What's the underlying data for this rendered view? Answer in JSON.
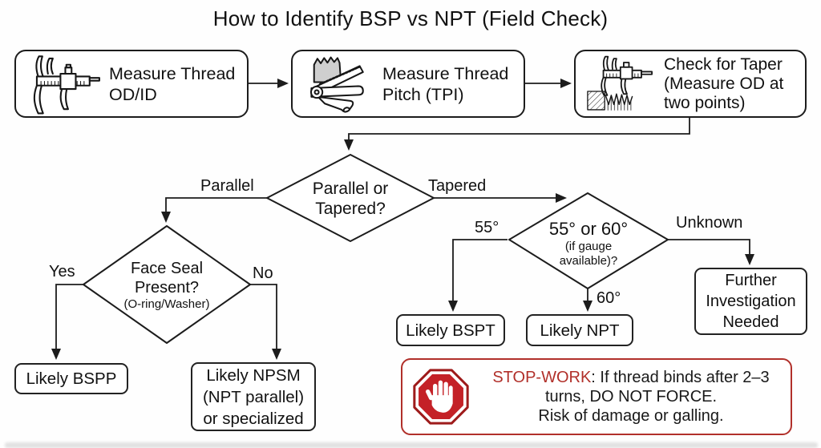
{
  "title": "How to Identify BSP vs NPT (Field Check)",
  "colors": {
    "ink": "#1c1c1c",
    "red_accent": "#b1302a",
    "stop_sign_fill": "#c42127",
    "stop_sign_rim": "#9e1b1b"
  },
  "steps": [
    {
      "icon": "caliper-icon",
      "lines": [
        "Measure Thread",
        "OD/ID"
      ]
    },
    {
      "icon": "pitch-gauge-icon",
      "lines": [
        "Measure Thread",
        "Pitch (TPI)"
      ]
    },
    {
      "icon": "taper-caliper-icon",
      "lines": [
        "Check for Taper",
        "(Measure OD at",
        "two points)"
      ]
    }
  ],
  "decisions": {
    "parallel_or_tapered": {
      "lines": [
        "Parallel or",
        "Tapered?"
      ]
    },
    "face_seal": {
      "lines": [
        "Face Seal",
        "Present?"
      ],
      "sub": "(O-ring/Washer)"
    },
    "angle": {
      "line": "55° or 60°",
      "sub_lines": [
        "(if gauge",
        "available)?"
      ]
    }
  },
  "edge_labels": {
    "parallel": "Parallel",
    "tapered": "Tapered",
    "yes": "Yes",
    "no": "No",
    "deg55": "55°",
    "deg60": "60°",
    "unknown": "Unknown"
  },
  "results": {
    "bspp": {
      "lines": [
        "Likely BSPP"
      ]
    },
    "npsm": {
      "lines": [
        "Likely NPSM",
        "(NPT parallel)",
        "or specialized"
      ]
    },
    "bspt": {
      "lines": [
        "Likely BSPT"
      ]
    },
    "npt": {
      "lines": [
        "Likely NPT"
      ]
    },
    "further": {
      "lines": [
        "Further",
        "Investigation",
        "Needed"
      ]
    }
  },
  "stop_notice": {
    "heading": "STOP-WORK",
    "heading_suffix": ": If thread binds after 2–3",
    "line2": "turns, DO NOT FORCE.",
    "line3": "Risk of damage or galling."
  }
}
